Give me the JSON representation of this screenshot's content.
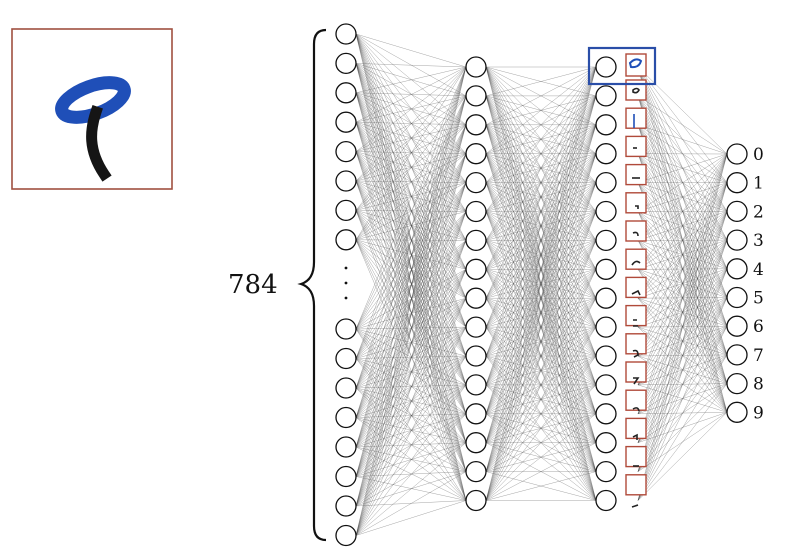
{
  "input_label": "784",
  "output_labels": [
    "0",
    "1",
    "2",
    "3",
    "4",
    "5",
    "6",
    "7",
    "8",
    "9"
  ],
  "colors": {
    "input_frame": "#a05040",
    "thumbnail_frame": "#b04a3a",
    "highlight_box": "#2a4ea8",
    "digit_blue": "#1f4fb8",
    "digit_black": "#151515",
    "edges": "#4a4a4a"
  }
}
